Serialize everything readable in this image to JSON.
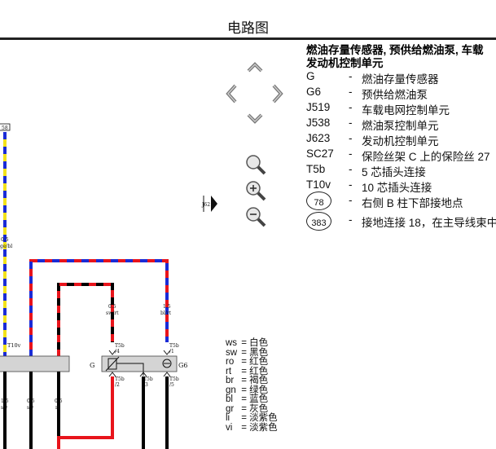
{
  "page": {
    "title": "电路图"
  },
  "legend": {
    "heading_line1": "燃油存量传感器, 预供给燃油泵, 车载",
    "heading_line2": "发动机控制单元",
    "items": [
      {
        "code": "G",
        "desc": "燃油存量传感器"
      },
      {
        "code": "G6",
        "desc": "预供给燃油泵"
      },
      {
        "code": "J519",
        "desc": "车载电网控制单元"
      },
      {
        "code": "J538",
        "desc": "燃油泵控制单元"
      },
      {
        "code": "J623",
        "desc": "发动机控制单元"
      },
      {
        "code": "SC27",
        "desc": "保险丝架 C 上的保险丝 27"
      },
      {
        "code": "T5b",
        "desc": "5 芯插头连接"
      },
      {
        "code": "T10v",
        "desc": "10 芯插头连接"
      },
      {
        "code": "78",
        "desc": "右侧 B 柱下部接地点"
      },
      {
        "code": "383",
        "desc": "接地连接 18，在主导线束中"
      }
    ],
    "dash": "-"
  },
  "colors": [
    {
      "code": "ws",
      "name": "白色"
    },
    {
      "code": "sw",
      "name": "黑色"
    },
    {
      "code": "ro",
      "name": "红色"
    },
    {
      "code": "rt",
      "name": "红色"
    },
    {
      "code": "br",
      "name": "褐色"
    },
    {
      "code": "gn",
      "name": "绿色"
    },
    {
      "code": "bl",
      "name": "蓝色"
    },
    {
      "code": "gr",
      "name": "灰色"
    },
    {
      "code": "li",
      "name": "淡紫色"
    },
    {
      "code": "vi",
      "name": "淡紫色"
    }
  ],
  "diagram": {
    "top_connector": "58",
    "wire_05_gebl": "0.5",
    "wire_05_gebl_color": "ge/bl",
    "t10v": "T10v",
    "label_G": "G",
    "label_G6": "G6",
    "mid_wire_1_size": "0.5",
    "mid_wire_1_color": "sw/rt",
    "mid_wire_2_size": "1.5",
    "mid_wire_2_color": "bl/rt",
    "pin_t5b_4": "T5b",
    "pin_4": "/4",
    "pin_t5b_1": "T5b",
    "pin_1": "/1",
    "pin_t5b_2": "T5b",
    "pin_2": "/2",
    "pin_t5b_3": "T5b",
    "pin_3": "/3",
    "pin_t5b_5": "T5b",
    "pin_5": "/5",
    "bot1_size": "1.5",
    "bot1_color": "sw",
    "bot2_size": "0.5",
    "bot2_color": "sw",
    "bot3_size": "0.5",
    "bot3_color": "rt",
    "side_marker": "J62"
  },
  "accent_colors": {
    "red": "#e8141b",
    "blue": "#1a2bd6",
    "yellow": "#f2e21a",
    "black": "#000000",
    "connector_gray": "#d4d4d4"
  }
}
